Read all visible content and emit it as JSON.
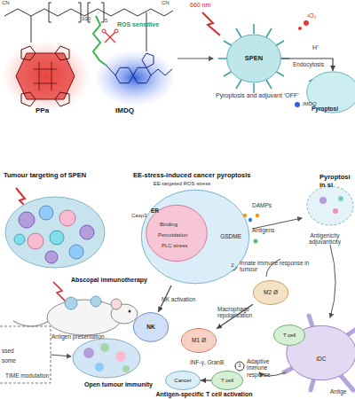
{
  "diagram": {
    "nodes": [
      {
        "text": [
          "SPEN"
        ]
      },
      {
        "text": [
          "Pyroptosi"
        ]
      },
      {
        "text": [
          "GSDME"
        ]
      },
      {
        "text": [
          "ER"
        ],
        "in": 2
      },
      {
        "text": [
          "NK"
        ]
      },
      {
        "text": [
          "M2 Ø"
        ]
      },
      {
        "text": [
          "M1 Ø"
        ]
      },
      {
        "text": [
          "iDC"
        ]
      },
      {
        "text": [
          "T cell"
        ],
        "in": 7
      },
      {
        "text": [
          "Cancer"
        ]
      },
      {
        "text": [
          "T cell"
        ]
      }
    ],
    "edges": [
      {
        "from": 0,
        "to": 1,
        "arrow": "to",
        "label": "Endocytosis"
      },
      {
        "from": 5,
        "to": 6,
        "arrow": "to"
      },
      {
        "from": 10,
        "to": 9,
        "arrow": "to"
      },
      {
        "from": 2,
        "to": 4,
        "arrow": "to"
      }
    ],
    "labels": [
      "CN",
      "100",
      "5",
      "CN",
      "ROS sensitive",
      "PPa",
      "IMDQ",
      "660 nm",
      "¹O₂",
      "H⁺",
      "Pyroptosis and adjuvant ‘OFF’",
      "IMDQ",
      "Tumour targeting of SPEN",
      "EE-stress-induced cancer pyroptosis",
      "EE-targeted ROS stress",
      "Casp3",
      "Binding",
      "Peroxidation",
      "PLC stress",
      "DAMPs",
      "Antigens",
      "Antigenicity adjuvanticity",
      "2",
      "Innate immune response in tumour",
      "Abscopal immunotherapy",
      "NK activation",
      "Macrophage repolarization",
      "3",
      "Adaptive immune response",
      "INF-γ, GranB",
      "Antigen-specific T cell activation",
      "Open tumour immunity",
      "Antigen presentation",
      "TIME modulation",
      "ssed",
      "some",
      "Antige",
      "Pyroptosi in si"
    ]
  }
}
